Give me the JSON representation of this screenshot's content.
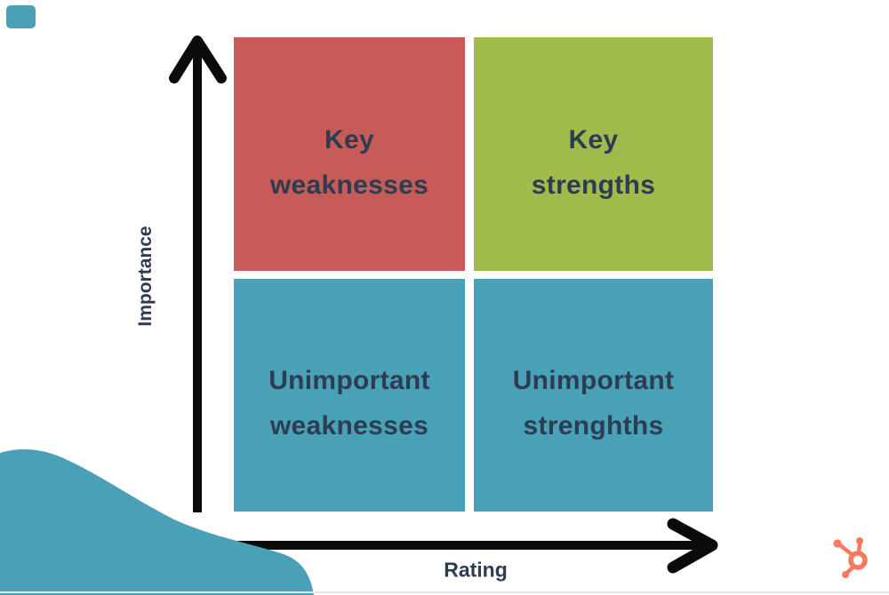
{
  "matrix": {
    "top_left": {
      "line1": "Key",
      "line2": "weaknesses"
    },
    "top_right": {
      "line1": "Key",
      "line2": "strengths"
    },
    "bottom_left": {
      "line1": "Unimportant",
      "line2": "weaknesses"
    },
    "bottom_right": {
      "line1": "Unimportant",
      "line2": "strenghths"
    }
  },
  "axes": {
    "y_label": "Importance",
    "x_label": "Rating"
  },
  "colors": {
    "key_weaknesses_bg": "#c75b58",
    "key_strengths_bg": "#a0ba4c",
    "unimportant_bg": "#48a1b6",
    "label_text": "#2d3c50",
    "axis_arrow": "#0b0b0b",
    "blob_teal": "#4aa0b6",
    "corner_square_teal": "#4aa0b6",
    "logo_orange": "#f8795f",
    "bottom_edge_line": "#e3e6e8"
  },
  "decorations": {
    "logo_icon": "hubspot-sprocket-icon",
    "corner_shape": "teal-rounded-square",
    "blob_shape": "teal-organic-blob"
  }
}
